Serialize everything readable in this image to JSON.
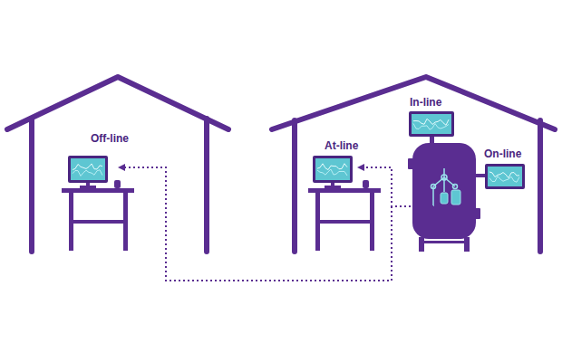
{
  "diagram": {
    "nodes": [
      {
        "text": [
          "Off-line"
        ]
      },
      {
        "text": [
          "At-line"
        ]
      },
      {
        "text": [
          "In-line"
        ]
      },
      {
        "text": [
          "On-line"
        ]
      }
    ]
  }
}
